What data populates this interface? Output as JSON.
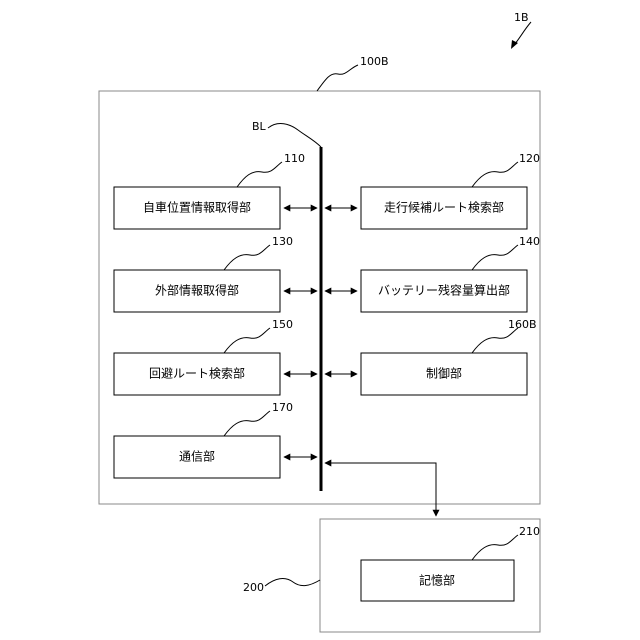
{
  "figure_label": "1B",
  "unit_label": "100B",
  "bus_label": "BL",
  "external_label": "200",
  "blocks": {
    "b110": {
      "ref": "110",
      "name": "自車位置情報取得部"
    },
    "b120": {
      "ref": "120",
      "name": "走行候補ルート検索部"
    },
    "b130": {
      "ref": "130",
      "name": "外部情報取得部"
    },
    "b140": {
      "ref": "140",
      "name": "バッテリー残容量算出部"
    },
    "b150": {
      "ref": "150",
      "name": "回避ルート検索部"
    },
    "b160": {
      "ref": "160B",
      "name": "制御部"
    },
    "b170": {
      "ref": "170",
      "name": "通信部"
    },
    "b210": {
      "ref": "210",
      "name": "記憶部"
    }
  }
}
